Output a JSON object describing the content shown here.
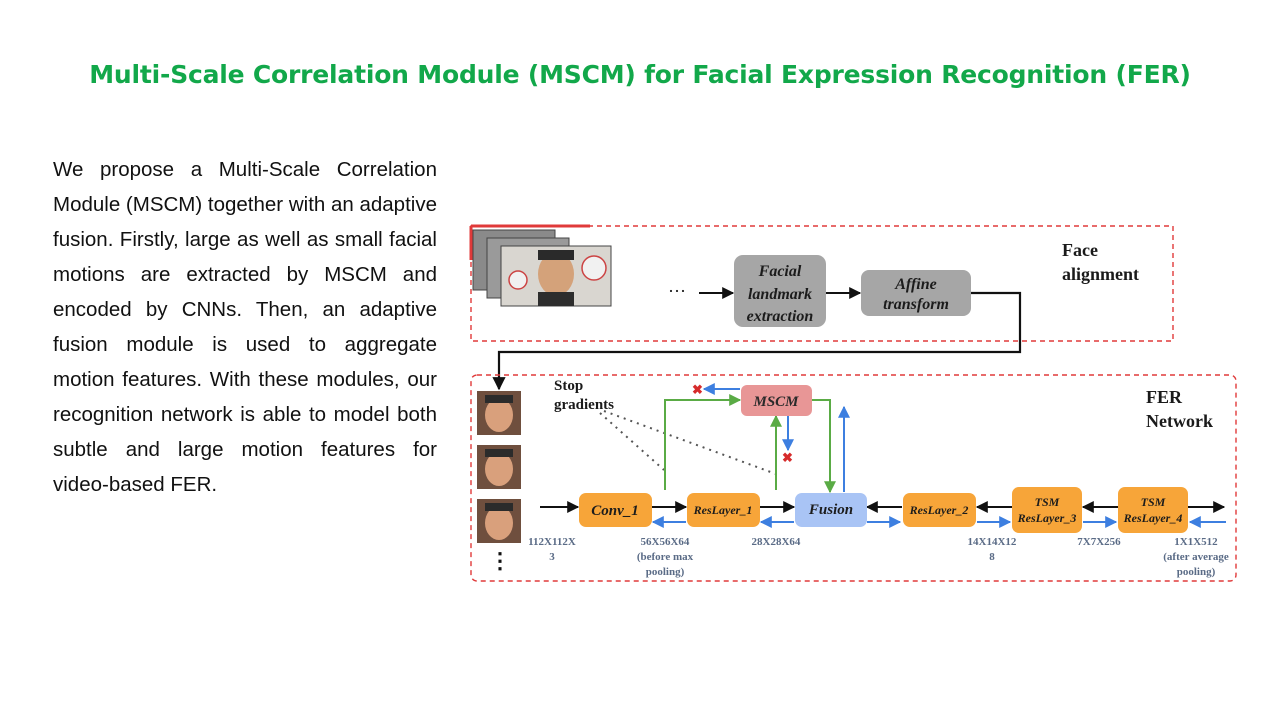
{
  "slide": {
    "title": "Multi-Scale Correlation Module (MSCM) for Facial Expression Recognition (FER)",
    "description": "We propose a Multi-Scale Correlation Module (MSCM) together with an adaptive fusion. Firstly, large as well as small facial motions are extracted by MSCM and encoded by CNNs. Then, an adaptive fusion module is used to aggregate motion features. With these modules, our recognition network is able to model both subtle and large motion features for video-based FER."
  },
  "diagram": {
    "face_alignment": {
      "label_line1": "Face",
      "label_line2": "alignment",
      "ellipsis": "···",
      "landmark_line1": "Facial",
      "landmark_line2": "landmark",
      "landmark_line3": "extraction",
      "affine_line1": "Affine",
      "affine_line2": "transform"
    },
    "fer_network": {
      "label_line1": "FER",
      "label_line2": "Network",
      "stop_line1": "Stop",
      "stop_line2": "gradients",
      "mscm": "MSCM",
      "fusion": "Fusion",
      "conv1": "Conv_1",
      "reslayer1": "ResLayer_1",
      "reslayer2": "ResLayer_2",
      "tsm3_line1": "TSM",
      "tsm3_line2": "ResLayer_3",
      "tsm4_line1": "TSM",
      "tsm4_line2": "ResLayer_4",
      "frames_ellipsis": "⋮",
      "dims": {
        "d1_line1": "112X112X",
        "d1_line2": "3",
        "d2_line1": "56X56X64",
        "d2_line2": "(before max",
        "d2_line3": "pooling)",
        "d3_line1": "28X28X64",
        "d4_line1": "14X14X12",
        "d4_line2": "8",
        "d5_line1": "7X7X256",
        "d6_line1": "1X1X512",
        "d6_line2": "(after average",
        "d6_line3": "pooling)"
      }
    },
    "colors": {
      "title_green": "#12a84a",
      "dashed_red": "#e03a3a",
      "orange_box": "#f7a539",
      "blue_box": "#a9c4f5",
      "mscm_box": "#e89696",
      "gray_box": "#a6a6a6",
      "green_arrow": "#5aab45",
      "blue_arrow": "#3d7fe0",
      "dim_text": "#5a6b86"
    }
  }
}
